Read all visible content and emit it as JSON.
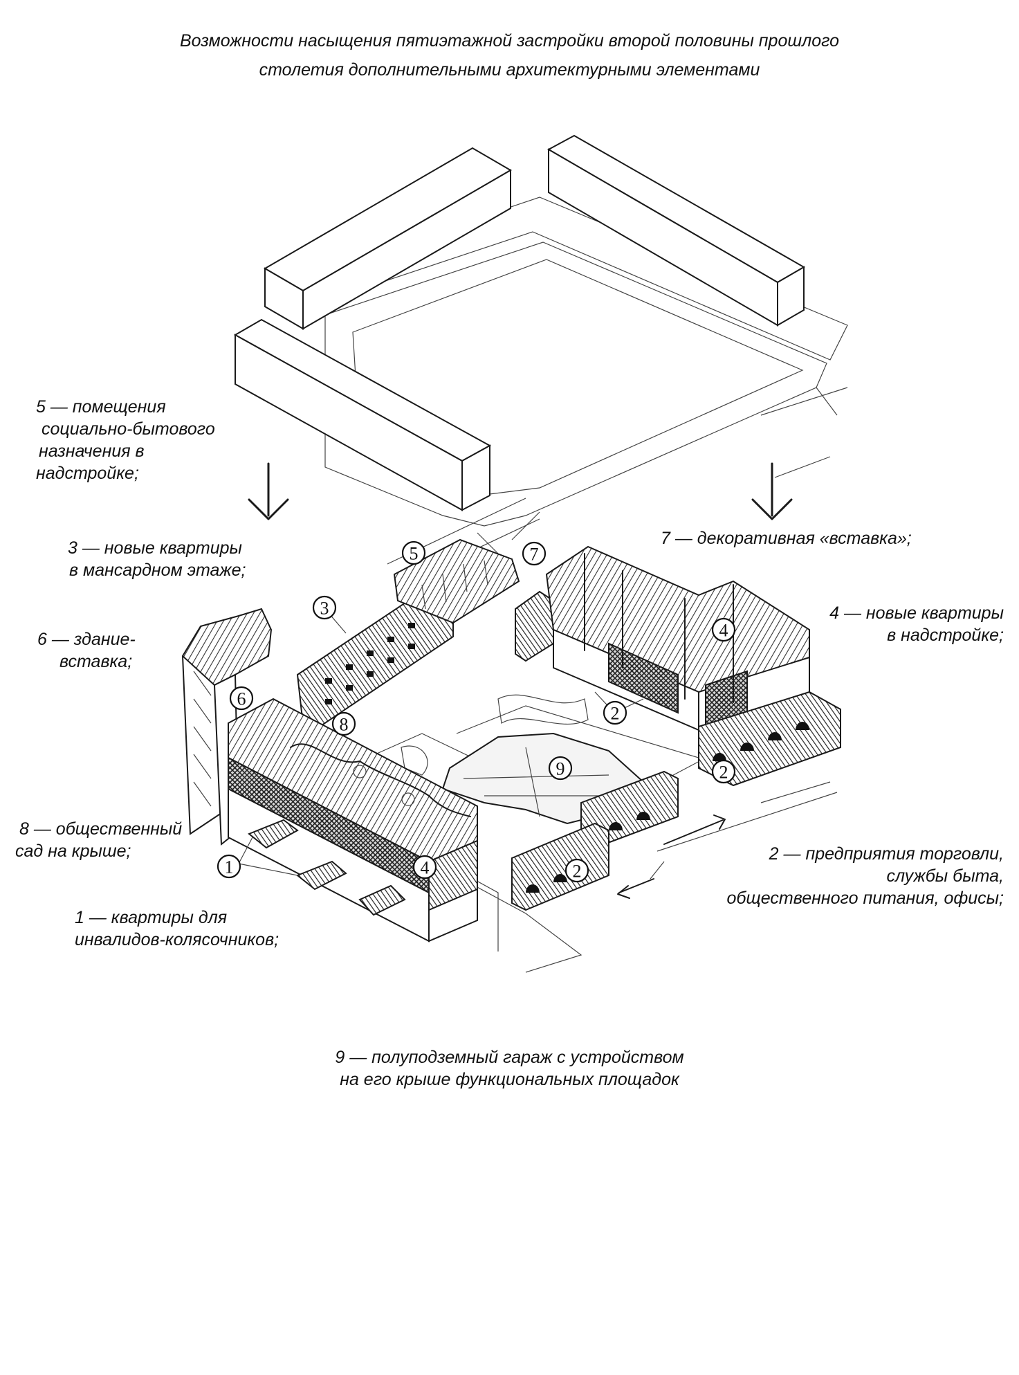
{
  "title": {
    "line1": "Возможности насыщения пятиэтажной застройки второй половины прошлого",
    "line2": "столетия дополнительными архитектурными элементами"
  },
  "legend": {
    "item5": [
      "5 — помещения",
      "социально-бытового",
      "назначения в",
      "надстройке;"
    ],
    "item3": [
      "3 — новые квартиры",
      "в мансардном этаже;"
    ],
    "item6": [
      "6 — здание-",
      "вставка;"
    ],
    "item8": [
      "8 — общественный",
      "сад на крыше;"
    ],
    "item1": [
      "1 — квартиры для",
      "инвалидов-колясочников;"
    ],
    "item7": [
      "7 — декоративная «вставка»;"
    ],
    "item4": [
      "4 — новые квартиры",
      "в надстройке;"
    ],
    "item2": [
      "2 — предприятия торговли,",
      "службы быта,",
      "общественного питания, офисы;"
    ],
    "item9": [
      "9 — полуподземный гараж с устройством",
      "на его крыше функциональных площадок"
    ]
  },
  "markers": {
    "m1": "1",
    "m2a": "2",
    "m2b": "2",
    "m2c": "2",
    "m3": "3",
    "m4a": "4",
    "m4b": "4",
    "m5": "5",
    "m6": "6",
    "m7": "7",
    "m8": "8",
    "m9": "9"
  },
  "icons": {
    "arrow_left": "down-arrow-icon",
    "arrow_right": "down-arrow-icon"
  }
}
